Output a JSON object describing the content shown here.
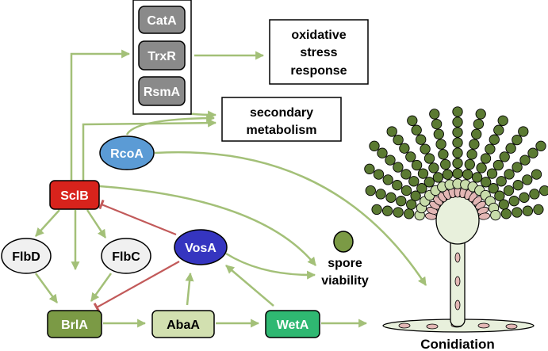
{
  "nodes": {
    "cata": "CatA",
    "trxr": "TrxR",
    "rsma": "RsmA",
    "sclb": "SclB",
    "rcoa": "RcoA",
    "flbd": "FlbD",
    "flbc": "FlbC",
    "vosa": "VosA",
    "brla": "BrlA",
    "abaa": "AbaA",
    "weta": "WetA"
  },
  "outcomes": {
    "oxidative": [
      "oxidative",
      "stress",
      "response"
    ],
    "secondary": [
      "secondary",
      "metabolism"
    ],
    "spore": [
      "spore",
      "viability"
    ],
    "conidiation": "Conidiation"
  },
  "colors": {
    "activation_arrow": "#a3c078",
    "repression_line": "#c25a5a",
    "sclb_fill": "#d8231c",
    "rcoa_fill": "#5b9bd5",
    "vosa_fill": "#3535c0",
    "brla_fill": "#7b9a45",
    "abaa_fill": "#d2e0b0",
    "weta_fill": "#2fb872",
    "gene_box_fill": "#8a8a8a",
    "conidia_dark": "#5b7a32",
    "conidia_light": "#c8dcaa",
    "phialide_pink": "#e3b7b5"
  }
}
